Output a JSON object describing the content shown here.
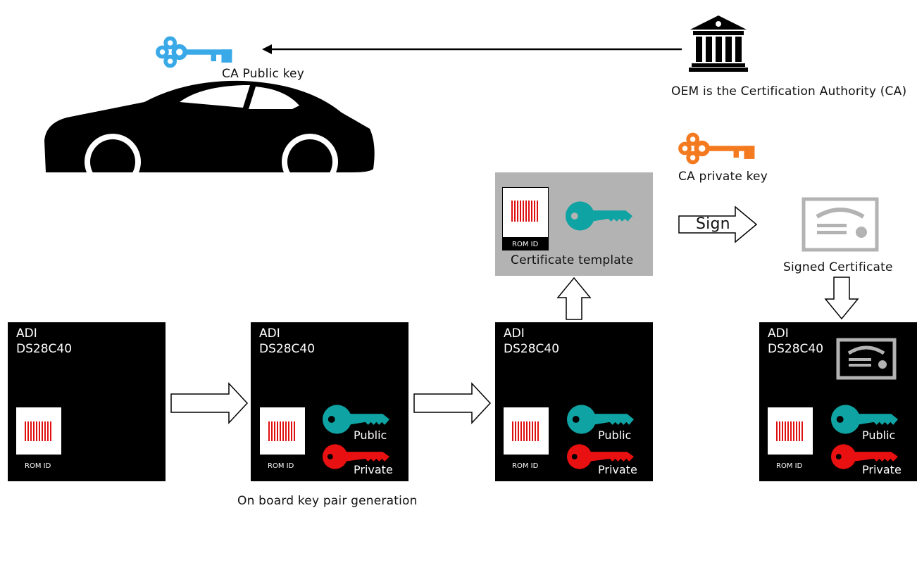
{
  "colors": {
    "ca_public_key": "#3aa9e8",
    "ca_private_key": "#f47a20",
    "public_key": "#0fa3a3",
    "private_key": "#e81010",
    "barcode": "#e01010",
    "chip_bg": "#000000",
    "template_bg": "#b3b3b3"
  },
  "top": {
    "ca_public_key_label": "CA Public key",
    "oem_label": "OEM is the Certification Authority (CA)",
    "ca_private_key_label": "CA private key",
    "sign_label": "Sign",
    "signed_certificate_label": "Signed Certificate"
  },
  "template": {
    "label": "Certificate template",
    "rom_id": "ROM ID"
  },
  "chips": [
    {
      "line1": "ADI",
      "line2": "DS28C40",
      "rom_id": "ROM ID"
    },
    {
      "line1": "ADI",
      "line2": "DS28C40",
      "rom_id": "ROM ID",
      "public": "Public",
      "private": "Private"
    },
    {
      "line1": "ADI",
      "line2": "DS28C40",
      "rom_id": "ROM ID",
      "public": "Public",
      "private": "Private"
    },
    {
      "line1": "ADI",
      "line2": "DS28C40",
      "rom_id": "ROM ID",
      "public": "Public",
      "private": "Private"
    }
  ],
  "caption": "On board key pair generation"
}
